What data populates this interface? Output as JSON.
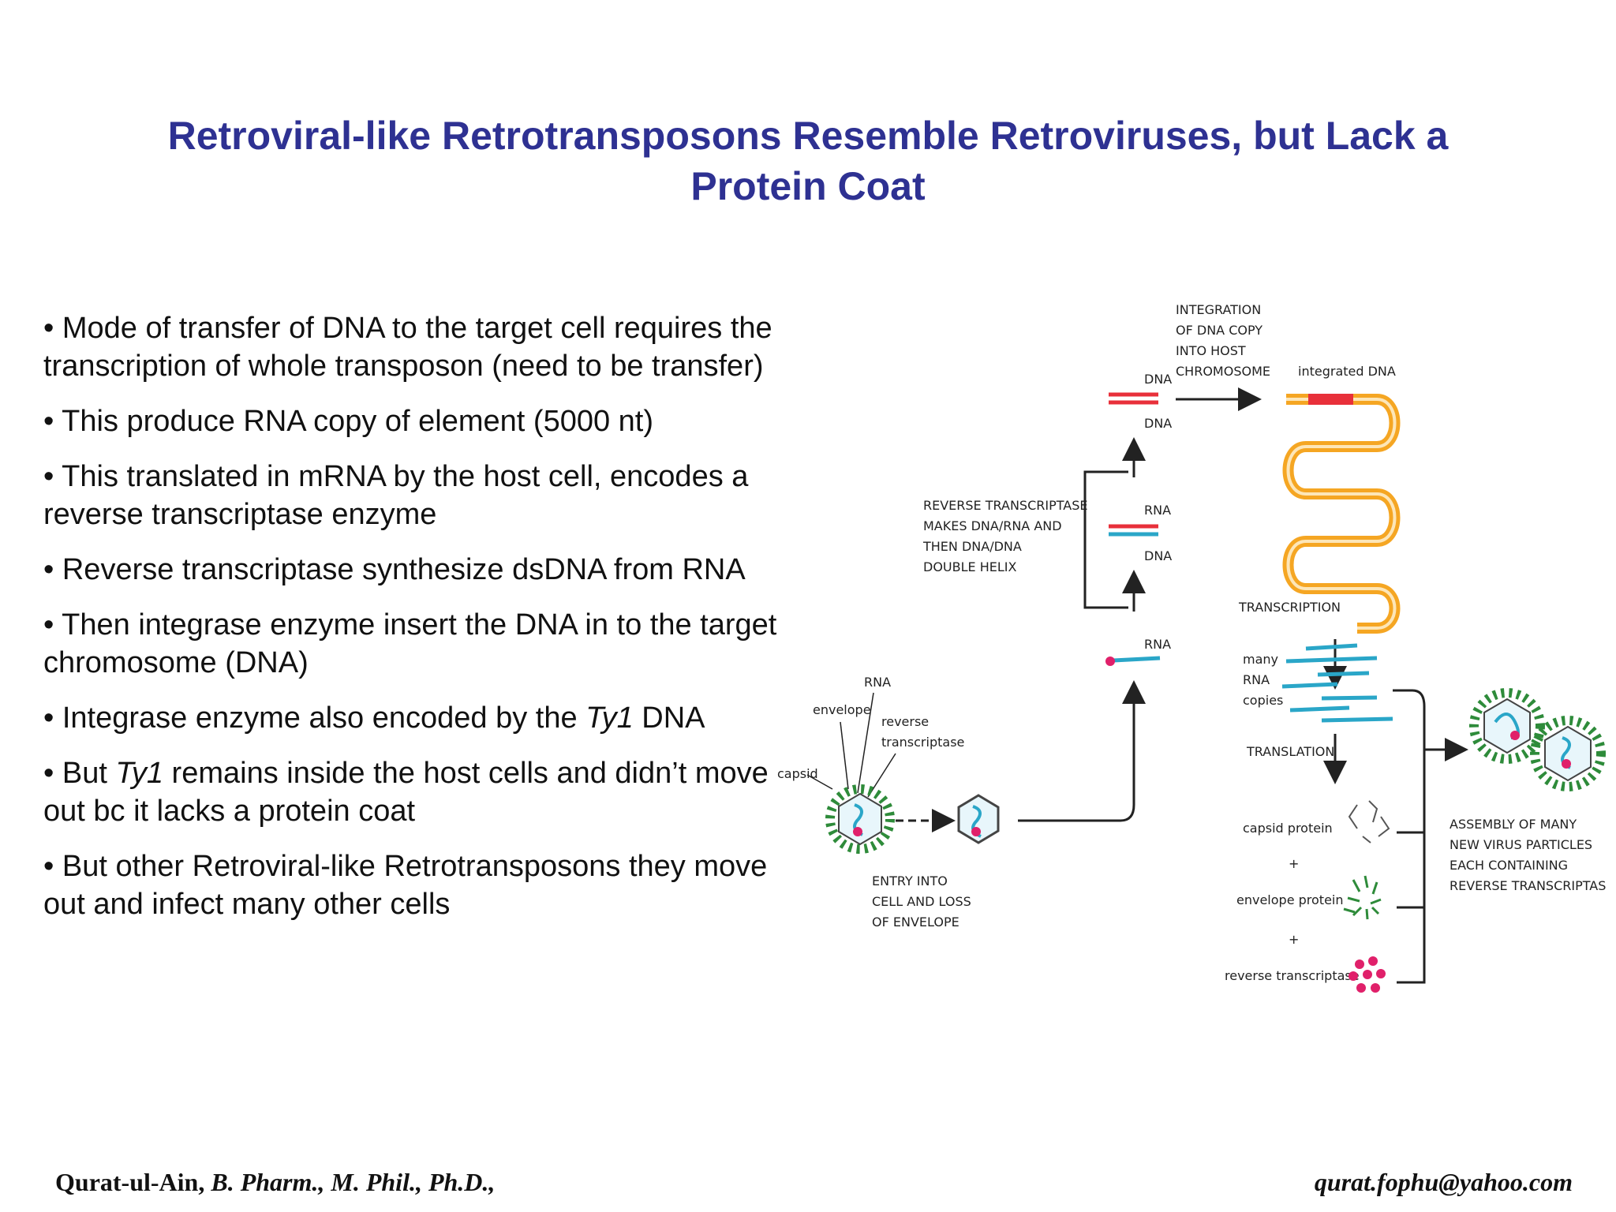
{
  "slide": {
    "title": "Retroviral-like Retrotransposons Resemble Retroviruses, but Lack a Protein Coat",
    "bullets": [
      {
        "parts": [
          {
            "text": "• Mode of transfer of DNA to the target cell requires the transcription of whole transposon (need to be transfer)",
            "italic": false
          }
        ]
      },
      {
        "parts": [
          {
            "text": "• This produce RNA copy of element (5000 nt)",
            "italic": false
          }
        ]
      },
      {
        "parts": [
          {
            "text": "• This translated in mRNA by the host cell, encodes a reverse transcriptase enzyme",
            "italic": false
          }
        ]
      },
      {
        "parts": [
          {
            "text": "• Reverse transcriptase synthesize dsDNA from RNA",
            "italic": false
          }
        ]
      },
      {
        "parts": [
          {
            "text": "• Then integrase enzyme insert the DNA in to the target chromosome (DNA)",
            "italic": false
          }
        ]
      },
      {
        "parts": [
          {
            "text": "• Integrase enzyme also encoded by the ",
            "italic": false
          },
          {
            "text": "Ty1",
            "italic": true
          },
          {
            "text": " DNA",
            "italic": false
          }
        ]
      },
      {
        "parts": [
          {
            "text": "• But ",
            "italic": false
          },
          {
            "text": "Ty1",
            "italic": true
          },
          {
            "text": " remains inside the host cells and didn’t move out bc it lacks a protein coat",
            "italic": false
          }
        ]
      },
      {
        "parts": [
          {
            "text": "• But other Retroviral-like Retrotransposons they move out and infect many other cells",
            "italic": false
          }
        ]
      }
    ]
  },
  "diagram": {
    "labels": {
      "integration": [
        "INTEGRATION",
        "OF DNA COPY",
        "INTO HOST",
        "CHROMOSOME"
      ],
      "integrated_dna": "integrated DNA",
      "dna": "DNA",
      "rna": "RNA",
      "reverse_transcriptase_step": [
        "REVERSE TRANSCRIPTASE",
        "MAKES DNA/RNA AND",
        "THEN DNA/DNA",
        "DOUBLE HELIX"
      ],
      "transcription": "TRANSCRIPTION",
      "many_rna_copies": [
        "many",
        "RNA",
        "copies"
      ],
      "translation": "TRANSLATION",
      "capsid_protein": "capsid protein",
      "envelope_protein": "envelope protein",
      "reverse_transcriptase": "reverse transcriptase",
      "plus": "+",
      "envelope": "envelope",
      "reverse_transcriptase_label": [
        "reverse",
        "transcriptase"
      ],
      "capsid": "capsid",
      "entry": [
        "ENTRY INTO",
        "CELL AND LOSS",
        "OF ENVELOPE"
      ],
      "assembly": [
        "ASSEMBLY OF MANY",
        "NEW VIRUS PARTICLES",
        "EACH CONTAINING",
        "REVERSE TRANSCRIPTASE"
      ]
    },
    "colors": {
      "dna_strand": "#e8303a",
      "rna_strand": "#2aa6c8",
      "chromosome": "#f5a623",
      "virus_spike": "#2e8b3a",
      "rt_dot": "#e0206a",
      "arrow": "#222222"
    }
  },
  "footer": {
    "author": "Qurat-ul-Ain,",
    "degrees": "B. Pharm., M. Phil., Ph.D.,",
    "email": "qurat.fophu@yahoo.com"
  }
}
